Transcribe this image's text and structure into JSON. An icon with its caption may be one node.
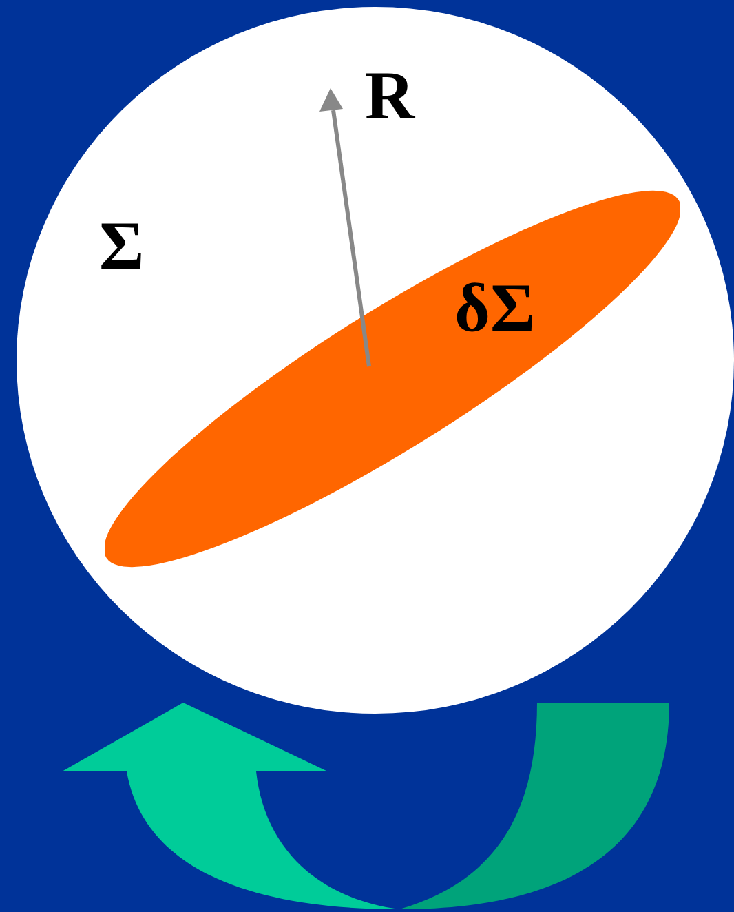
{
  "diagram": {
    "nodes": [
      {
        "text": [
          "Σ"
        ]
      },
      {
        "text": [
          "δΣ"
        ],
        "in": 0
      }
    ],
    "labels": [
      "R"
    ]
  }
}
